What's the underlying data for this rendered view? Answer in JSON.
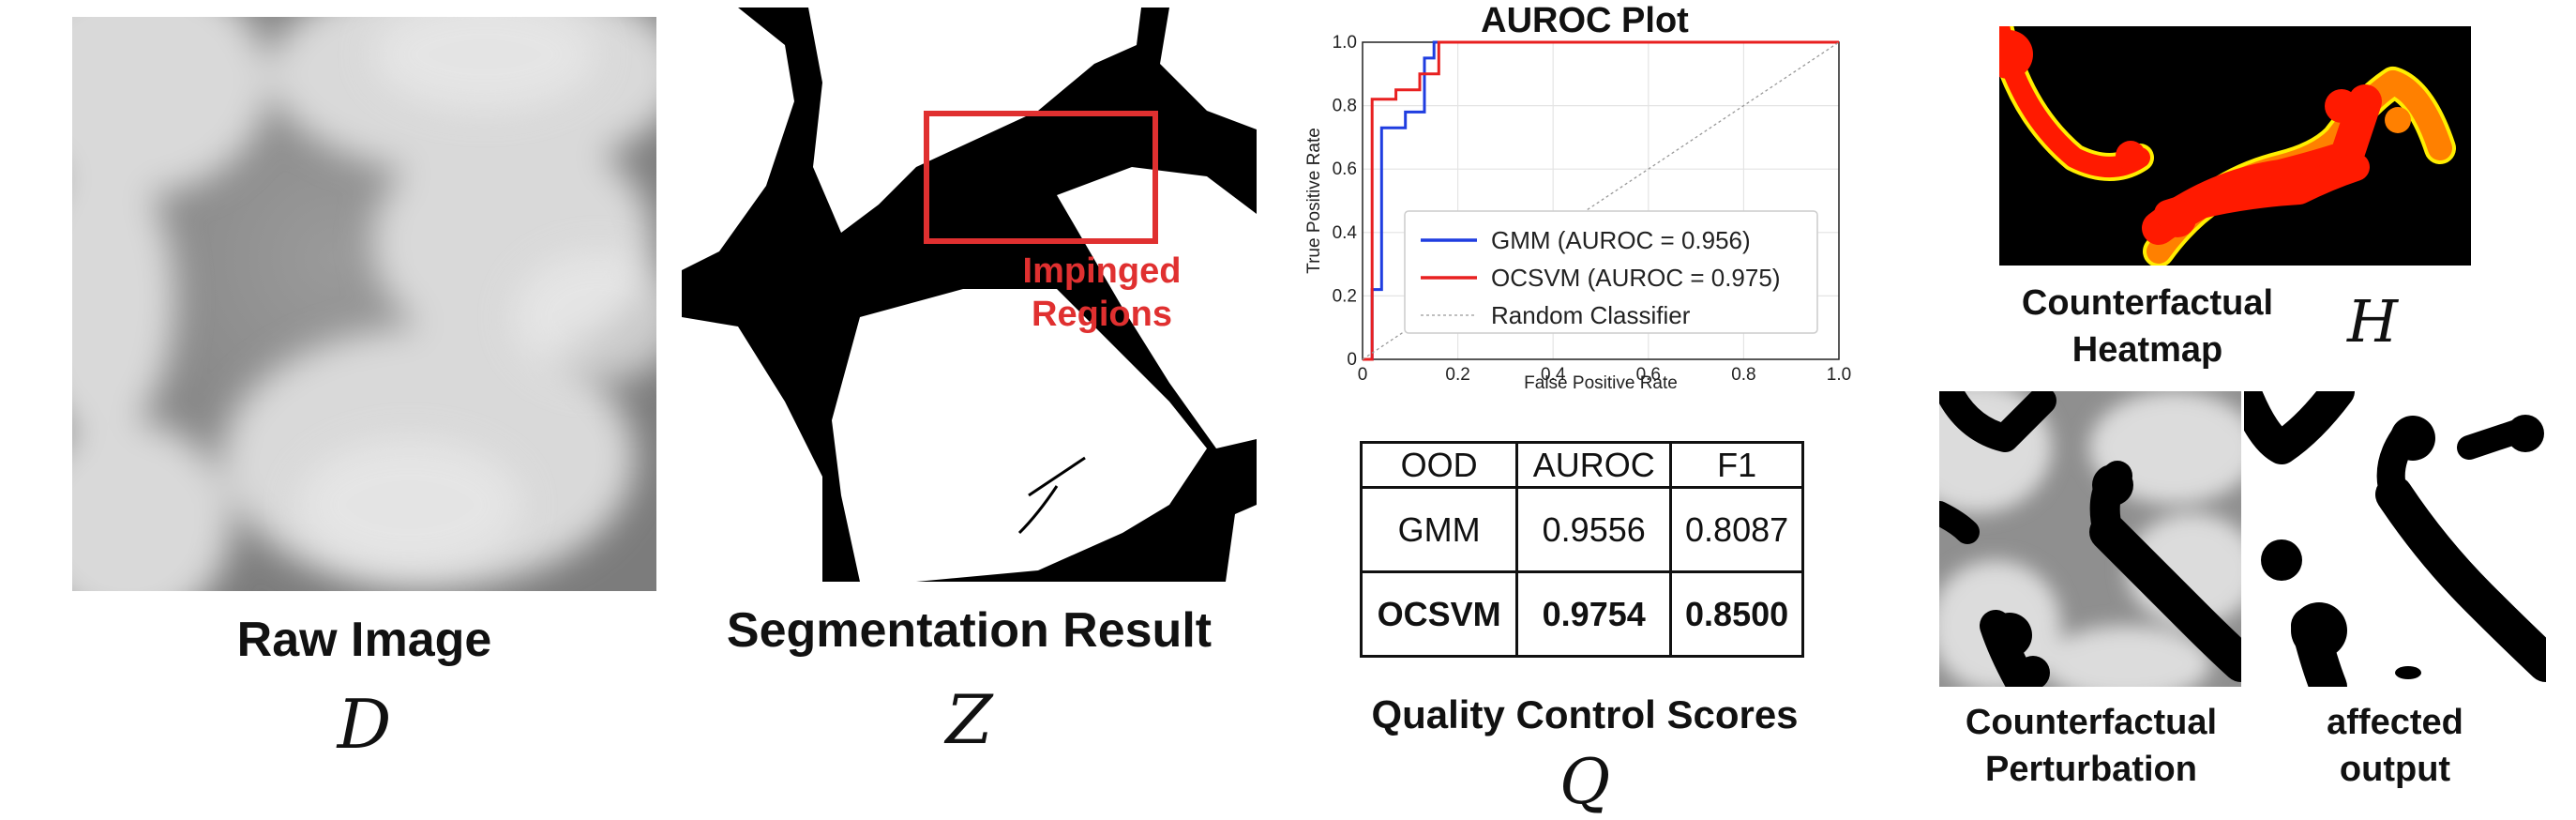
{
  "panels": {
    "raw": {
      "caption": "Raw Image",
      "symbol": "D"
    },
    "segmentation": {
      "caption": "Segmentation Result",
      "symbol": "Z",
      "annotation_line1": "Impinged",
      "annotation_line2": "Regions"
    },
    "quality": {
      "caption": "Quality Control Scores",
      "symbol": "Q"
    },
    "heatmap": {
      "caption_line1": "Counterfactual",
      "caption_line2": "Heatmap",
      "symbol": "H"
    },
    "perturbation": {
      "caption_line1": "Counterfactual",
      "caption_line2": "Perturbation"
    },
    "affected": {
      "caption_line1": "affected",
      "caption_line2": "output"
    }
  },
  "colors": {
    "annotation": "#e03030",
    "gmm": "#1f3de0",
    "ocsvm": "#e82020",
    "heat_red": "#ff1a00",
    "heat_orange": "#ff8000",
    "heat_yellow": "#ffee00"
  },
  "chart_data": {
    "type": "line",
    "title": "AUROC Plot",
    "xlabel": "False Positive Rate",
    "ylabel": "True Positive Rate",
    "xlim": [
      0,
      1
    ],
    "ylim": [
      0,
      1
    ],
    "xticks": [
      "0",
      "0.2",
      "0.4",
      "0.6",
      "0.8",
      "1.0"
    ],
    "yticks": [
      "0",
      "0.2",
      "0.4",
      "0.6",
      "0.8",
      "1.0"
    ],
    "grid": true,
    "legend_position": "bottom-right",
    "series": [
      {
        "name": "GMM (AUROC = 0.956)",
        "color": "#1f3de0",
        "x": [
          0,
          0.02,
          0.02,
          0.04,
          0.04,
          0.09,
          0.09,
          0.13,
          0.13,
          0.15,
          0.15,
          1.0
        ],
        "y": [
          0,
          0,
          0.22,
          0.22,
          0.73,
          0.73,
          0.78,
          0.78,
          0.95,
          0.95,
          1.0,
          1.0
        ]
      },
      {
        "name": "OCSVM (AUROC = 0.975)",
        "color": "#e82020",
        "x": [
          0,
          0.02,
          0.02,
          0.07,
          0.07,
          0.12,
          0.12,
          0.16,
          0.16,
          1.0
        ],
        "y": [
          0,
          0,
          0.82,
          0.82,
          0.85,
          0.85,
          0.9,
          0.9,
          1.0,
          1.0
        ]
      },
      {
        "name": "Random Classifier",
        "color": "#999999",
        "dashed": true,
        "x": [
          0,
          1
        ],
        "y": [
          0,
          1
        ]
      }
    ]
  },
  "table": {
    "headers": [
      "OOD",
      "AUROC",
      "F1"
    ],
    "rows": [
      {
        "cells": [
          "GMM",
          "0.9556",
          "0.8087"
        ],
        "bold": false
      },
      {
        "cells": [
          "OCSVM",
          "0.9754",
          "0.8500"
        ],
        "bold": true
      }
    ]
  }
}
